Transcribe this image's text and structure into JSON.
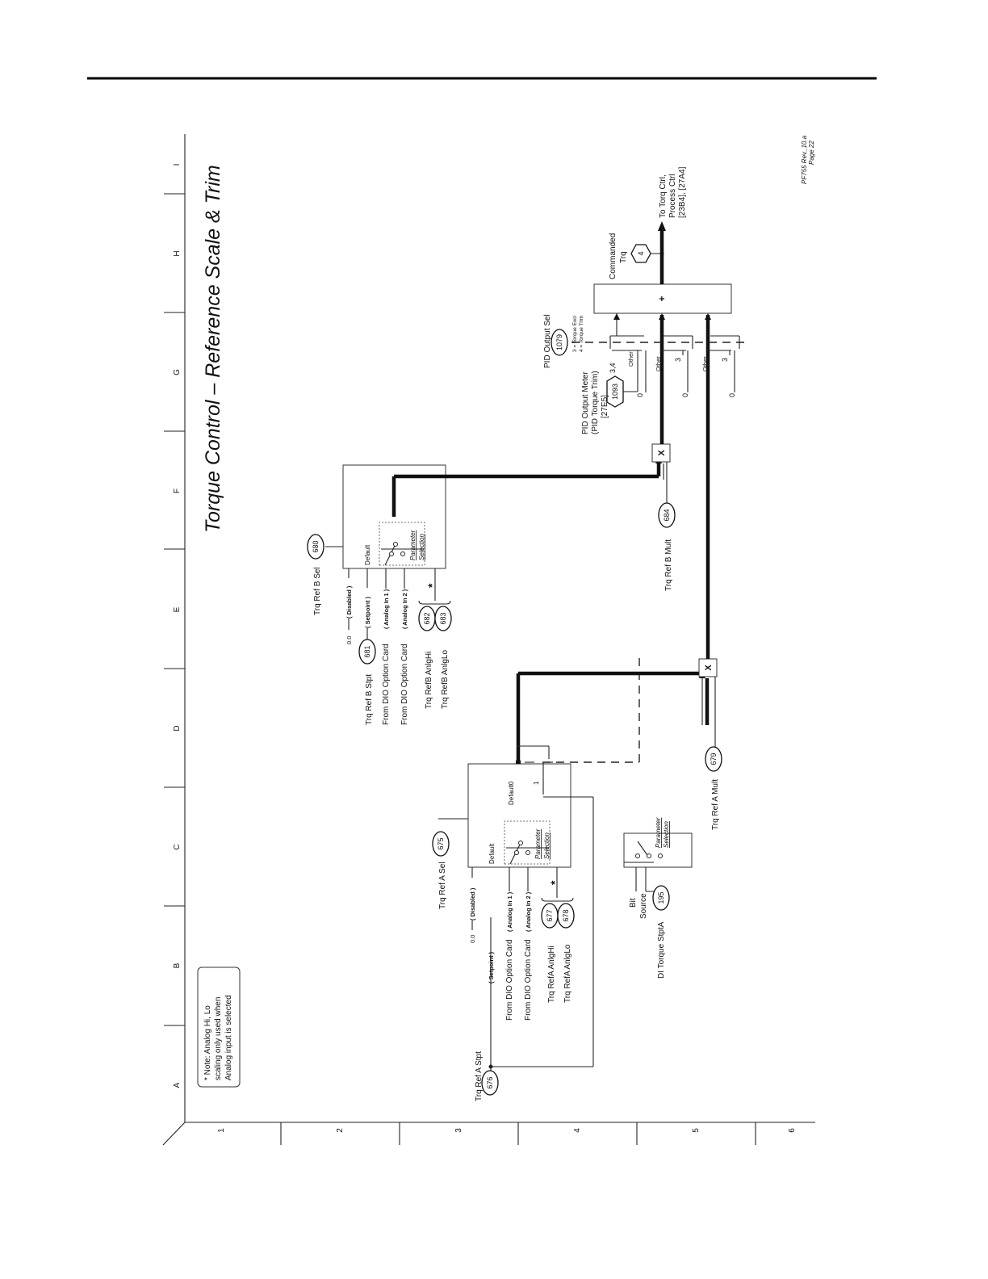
{
  "title": "Torque Control – Reference Scale & Trim",
  "footer": {
    "rev": "PF755 Rev_10.a",
    "page": "Page 22"
  },
  "note": {
    "l1": "* Note: Analog Hi, Lo",
    "l2": "scaling only used when",
    "l3": "Analog input is selected"
  },
  "grid": {
    "columns": [
      "A",
      "B",
      "C",
      "D",
      "E",
      "F",
      "G",
      "H",
      "I"
    ],
    "rows": [
      "1",
      "2",
      "3",
      "4",
      "5",
      "6"
    ]
  },
  "common": {
    "default": "Default",
    "zero": "0.0",
    "star": "*",
    "param_sel_1": "Parameter",
    "param_sel_2": "Selection"
  },
  "refA": {
    "sel_label": "Trq Ref A Sel",
    "sel_param": "675",
    "disabled": "( Disabled )",
    "setpoint": "( Setpoint )",
    "analog1": "( Analog In 1 )",
    "analog2": "( Analog In 2 )",
    "dio1": "From DIO Option Card",
    "dio2": "From DIO Option Card",
    "hi_label": "Trq RefA AnlgHi",
    "hi_param": "677",
    "lo_label": "Trq RefA AnlgLo",
    "lo_param": "678",
    "stpt_label": "Trq Ref A Stpt",
    "stpt_param": "676",
    "mult_label": "Trq Ref A Mult",
    "mult_param": "679"
  },
  "refB": {
    "sel_label": "Trq Ref B Sel",
    "sel_param": "680",
    "disabled": "( Disabled )",
    "setpoint": "( Setpoint )",
    "analog1": "( Analog In 1 )",
    "analog2": "( Analog In 2 )",
    "stpt_label": "Trq Ref B Stpt",
    "stpt_param": "681",
    "dio1": "From DIO Option Card",
    "dio2": "From DIO Option Card",
    "hi_label": "Trq RefB AnlgHi",
    "hi_param": "682",
    "lo_label": "Trq RefB AnlgLo",
    "lo_param": "683",
    "mult_label": "Trq Ref B Mult",
    "mult_param": "684"
  },
  "di": {
    "bit": "Bit",
    "source": "Source",
    "label": "DI Torque StptA",
    "param": "195"
  },
  "switch": {
    "s0": "0",
    "s1": "1"
  },
  "mult_symbol": "X",
  "pid": {
    "sel_label": "PID Output Sel",
    "sel_param": "1079",
    "meter_l1": "PID Output Meter",
    "meter_l2": "(PID Torque Trim)",
    "meter_l3": "[27E5]",
    "meter_param": "1093",
    "leg1": "3 = Torque Excl",
    "leg2": "4 = Torque Trim",
    "c34": "3,4",
    "other": "Other",
    "zero": "0",
    "three": "3"
  },
  "sum_symbol": "+",
  "commanded": {
    "l1": "Commanded",
    "l2": "Trq",
    "param": "4"
  },
  "dest": {
    "l1": "To Torq Ctrl,",
    "l2": "Process Ctrl",
    "l3": "[23B4], [27A4]"
  }
}
